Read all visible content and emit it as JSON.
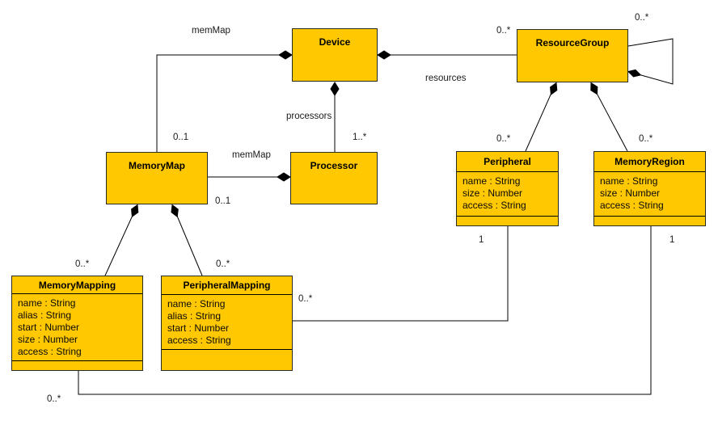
{
  "colors": {
    "class_fill": "#ffc800",
    "class_border": "#2b2b20",
    "line": "#000000",
    "text": "#000000"
  },
  "classes": {
    "device": {
      "name": "Device",
      "attributes": []
    },
    "resource_group": {
      "name": "ResourceGroup",
      "attributes": []
    },
    "memory_map": {
      "name": "MemoryMap",
      "attributes": []
    },
    "processor": {
      "name": "Processor",
      "attributes": []
    },
    "peripheral": {
      "name": "Peripheral",
      "attributes": [
        "name : String",
        "size : Number",
        "access : String"
      ]
    },
    "memory_region": {
      "name": "MemoryRegion",
      "attributes": [
        "name : String",
        "size : Number",
        "access : String"
      ]
    },
    "memory_mapping": {
      "name": "MemoryMapping",
      "attributes": [
        "name : String",
        "alias : String",
        "start : Number",
        "size : Number",
        "access : String"
      ]
    },
    "peripheral_mapping": {
      "name": "PeripheralMapping",
      "attributes": [
        "name : String",
        "alias : String",
        "start : Number",
        "access : String"
      ]
    }
  },
  "labels": {
    "memmap_device": {
      "text": "memMap"
    },
    "mult_device_memmap": {
      "text": "0..1"
    },
    "processors": {
      "text": "processors"
    },
    "mult_processors": {
      "text": "1..*"
    },
    "resources": {
      "text": "resources"
    },
    "mult_resources": {
      "text": "0..*"
    },
    "mult_rg_self": {
      "text": "0..*"
    },
    "memmap_processor": {
      "text": "memMap"
    },
    "mult_processor_memmap": {
      "text": "0..1"
    },
    "mult_rg_peripheral": {
      "text": "0..*"
    },
    "mult_rg_memoryregion": {
      "text": "0..*"
    },
    "mult_mm_memorymapping": {
      "text": "0..*"
    },
    "mult_mm_peripheralmapping": {
      "text": "0..*"
    },
    "mult_pm_peripheralmapping": {
      "text": "0..*"
    },
    "mult_peripheral_one": {
      "text": "1"
    },
    "mult_memoryregion_one": {
      "text": "1"
    },
    "mult_mr_memorymapping": {
      "text": "0..*"
    }
  },
  "relationships": [
    {
      "from": "Device",
      "to": "MemoryMap",
      "type": "composition",
      "diamond_at": "Device",
      "name": "memMap",
      "multiplicity": "0..1"
    },
    {
      "from": "Device",
      "to": "Processor",
      "type": "composition",
      "diamond_at": "Device",
      "name": "processors",
      "multiplicity": "1..*"
    },
    {
      "from": "Device",
      "to": "ResourceGroup",
      "type": "composition",
      "diamond_at": "Device",
      "name": "resources",
      "multiplicity": "0..*"
    },
    {
      "from": "ResourceGroup",
      "to": "ResourceGroup",
      "type": "composition",
      "diamond_at": "ResourceGroup",
      "multiplicity": "0..*"
    },
    {
      "from": "Processor",
      "to": "MemoryMap",
      "type": "composition",
      "diamond_at": "Processor",
      "name": "memMap",
      "multiplicity": "0..1"
    },
    {
      "from": "ResourceGroup",
      "to": "Peripheral",
      "type": "composition",
      "diamond_at": "ResourceGroup",
      "multiplicity": "0..*"
    },
    {
      "from": "ResourceGroup",
      "to": "MemoryRegion",
      "type": "composition",
      "diamond_at": "ResourceGroup",
      "multiplicity": "0..*"
    },
    {
      "from": "MemoryMap",
      "to": "MemoryMapping",
      "type": "composition",
      "diamond_at": "MemoryMap",
      "multiplicity": "0..*"
    },
    {
      "from": "MemoryMap",
      "to": "PeripheralMapping",
      "type": "composition",
      "diamond_at": "MemoryMap",
      "multiplicity": "0..*"
    },
    {
      "from": "Peripheral",
      "to": "PeripheralMapping",
      "type": "association",
      "multiplicities": [
        "1",
        "0..*"
      ]
    },
    {
      "from": "MemoryRegion",
      "to": "MemoryMapping",
      "type": "association",
      "multiplicities": [
        "1",
        "0..*"
      ]
    }
  ]
}
